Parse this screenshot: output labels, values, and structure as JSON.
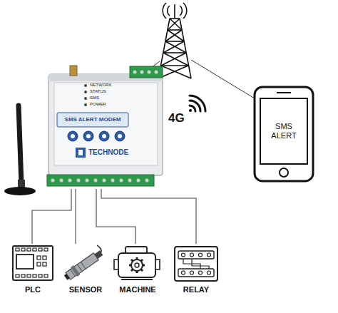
{
  "diagram": {
    "nodes": [
      {
        "text": [
          "NETWORK",
          "STATUS",
          "SMS",
          "POWER",
          "SMS ALERT MODEM",
          "TECHNODE"
        ]
      },
      {
        "text": [
          "SMS ALERT"
        ]
      },
      {
        "text": [
          "PLC"
        ]
      },
      {
        "text": [
          "SENSOR"
        ]
      },
      {
        "text": [
          "MACHINE"
        ]
      },
      {
        "text": [
          "RELAY"
        ]
      }
    ],
    "edges": [
      {
        "from": 0,
        "to": 2,
        "arrow": "none"
      },
      {
        "from": 0,
        "to": 3,
        "arrow": "none"
      },
      {
        "from": 0,
        "to": 4,
        "arrow": "none"
      },
      {
        "from": 0,
        "to": 5,
        "arrow": "none"
      }
    ],
    "labels": [
      "4G"
    ]
  }
}
